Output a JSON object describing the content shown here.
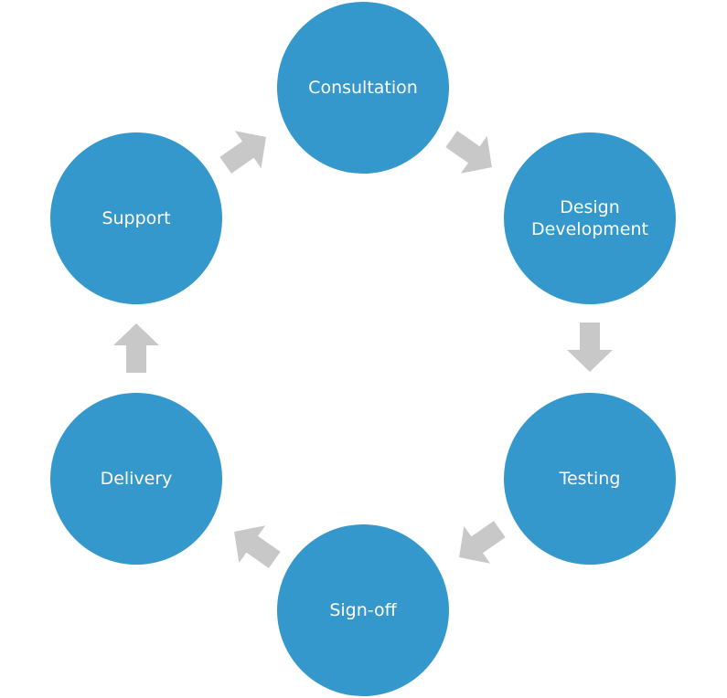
{
  "colors": {
    "stage_fill": "#3598cc",
    "arrow_fill": "#c8c8c8",
    "label_color": "#ffffff"
  },
  "stages": [
    {
      "label": "Consultation"
    },
    {
      "label": "Design\nDevelopment"
    },
    {
      "label": "Testing"
    },
    {
      "label": "Sign-off"
    },
    {
      "label": "Delivery"
    },
    {
      "label": "Support"
    }
  ],
  "arrows": [
    {
      "from": "Consultation",
      "to": "Design Development",
      "icon": "arrow-down-right-icon"
    },
    {
      "from": "Design Development",
      "to": "Testing",
      "icon": "arrow-down-icon"
    },
    {
      "from": "Testing",
      "to": "Sign-off",
      "icon": "arrow-down-left-icon"
    },
    {
      "from": "Sign-off",
      "to": "Delivery",
      "icon": "arrow-up-left-icon"
    },
    {
      "from": "Delivery",
      "to": "Support",
      "icon": "arrow-up-icon"
    },
    {
      "from": "Support",
      "to": "Consultation",
      "icon": "arrow-up-right-icon"
    }
  ]
}
